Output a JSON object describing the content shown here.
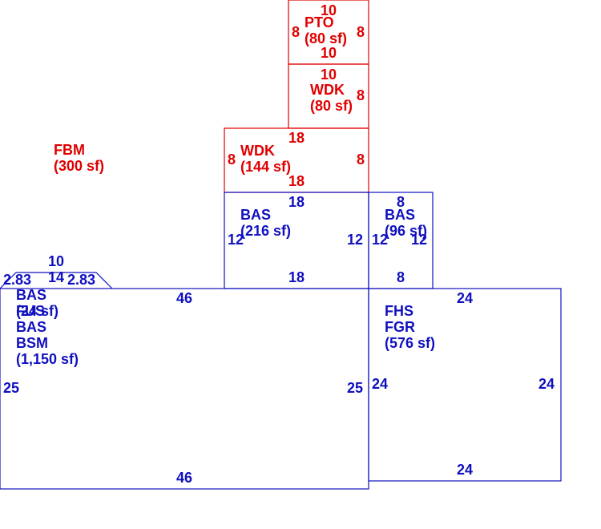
{
  "colors": {
    "red": "#e00000",
    "blue": "#1010c0"
  },
  "pto": {
    "code": "PTO",
    "area": "(80 sf)",
    "top": "10",
    "bottom": "10",
    "left": "8",
    "right": "8"
  },
  "wdk_upper": {
    "code": "WDK",
    "area": "(80 sf)",
    "top": "10",
    "right": "8"
  },
  "wdk_lower": {
    "code": "WDK",
    "area": "(144 sf)",
    "top": "18",
    "bottom": "18",
    "left": "8",
    "right": "8"
  },
  "fbm": {
    "code": "FBM",
    "area": "(300 sf)"
  },
  "bas_216": {
    "code": "BAS",
    "area": "(216 sf)",
    "top": "18",
    "bottom": "18",
    "left": "12",
    "right": "12"
  },
  "bas_96": {
    "code": "BAS",
    "area": "(96 sf)",
    "top": "8",
    "bottom": "8",
    "left": "12",
    "right": "12"
  },
  "bay": {
    "top": "10",
    "middle": "14",
    "left_side": "2.83",
    "right_side": "2.83"
  },
  "main": {
    "line1": "BAS",
    "line2": "(24 sf)",
    "line3": "FUS",
    "line4": "BAS",
    "line5": "BSM",
    "line6": "(1,150 sf)",
    "top": "46",
    "bottom": "46",
    "left": "25",
    "right": "25"
  },
  "garage": {
    "line1": "FHS",
    "line2": "FGR",
    "line3": "(576 sf)",
    "top": "24",
    "bottom": "24",
    "left": "24",
    "right": "24"
  }
}
